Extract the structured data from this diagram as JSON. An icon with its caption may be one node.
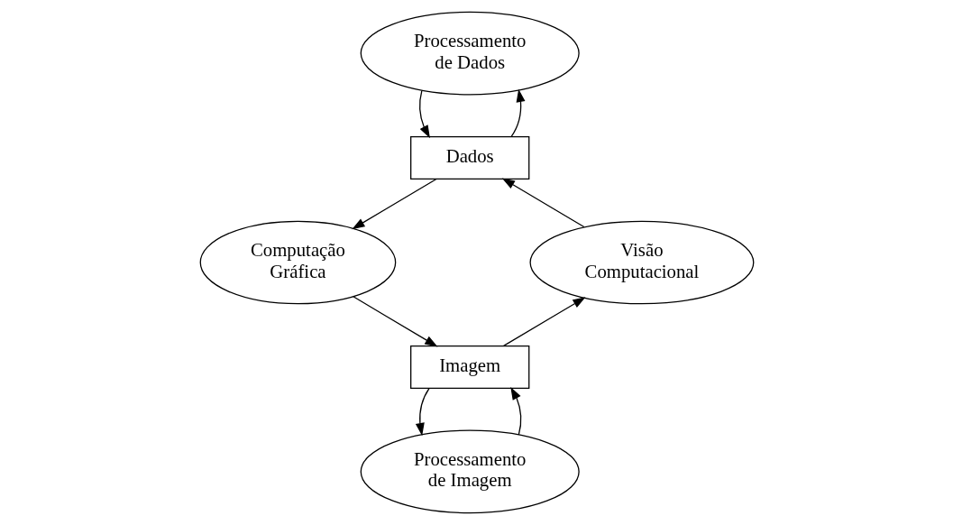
{
  "diagram": {
    "nodes": [
      {
        "text": [
          "Processamento de Dados"
        ]
      },
      {
        "text": [
          "Dados"
        ]
      },
      {
        "text": [
          "Visão Computacional"
        ]
      },
      {
        "text": [
          "Computação Gráfica"
        ]
      },
      {
        "text": [
          "Imagem"
        ]
      },
      {
        "text": [
          "Processamento de Imagem"
        ]
      }
    ],
    "edges": [
      {
        "from": 0,
        "to": 1,
        "arrow": "to"
      },
      {
        "from": 1,
        "to": 0,
        "arrow": "to"
      },
      {
        "from": 2,
        "to": 1,
        "arrow": "to"
      },
      {
        "from": 1,
        "to": 3,
        "arrow": "to"
      },
      {
        "from": 3,
        "to": 4,
        "arrow": "to"
      },
      {
        "from": 4,
        "to": 2,
        "arrow": "to"
      },
      {
        "from": 5,
        "to": 4,
        "arrow": "to"
      },
      {
        "from": 4,
        "to": 5,
        "arrow": "to"
      }
    ]
  }
}
